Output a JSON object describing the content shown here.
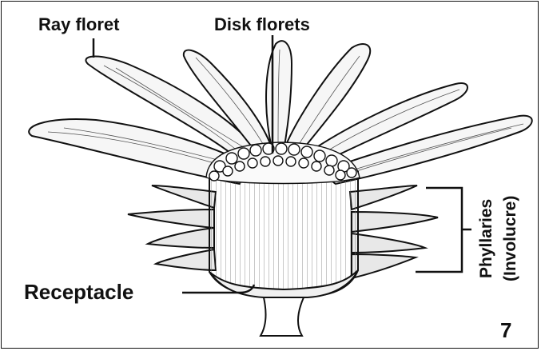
{
  "labels": {
    "ray_floret": "Ray floret",
    "disk_florets": "Disk florets",
    "receptacle": "Receptacle",
    "phyllaries": "Phyllaries",
    "involucre": "(Involucre)",
    "figure_number": "7"
  },
  "colors": {
    "ink": "#111111",
    "petal_fill": "#f6f6f6",
    "shade": "#d9d9d9",
    "background": "#ffffff"
  }
}
